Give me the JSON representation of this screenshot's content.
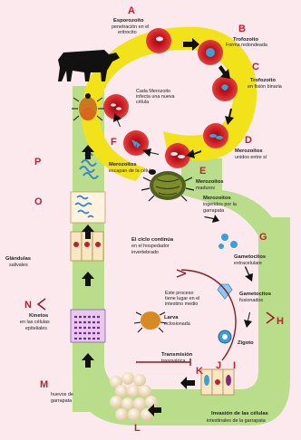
{
  "letters": {
    "A": "A",
    "B": "B",
    "C": "C",
    "D": "D",
    "E": "E",
    "F": "F",
    "G": "G",
    "H": "H",
    "I": "I",
    "J": "J",
    "K": "K",
    "L": "L",
    "M": "M",
    "N": "N",
    "O": "O",
    "P": "P"
  },
  "labels": {
    "esporozoito": "Esporozoito",
    "esporozoito_sub1": "penetración en el",
    "esporozoito_sub2": "eritrocito",
    "trofozoito": "Trofozoito",
    "trofozoito_sub": "Forma redondeada",
    "trofozoito_c1": "Trofozoito",
    "trofozoito_c2": "en fisión binaria",
    "merozoitos_d1": "Merozoitos",
    "merozoitos_d2": "unidos entre sí",
    "merozoitos_e1": "Merozoitos",
    "merozoitos_e2": "maduros",
    "cada_mero1": "Cada Merozoito",
    "cada_mero2": "infecta una nueva",
    "cada_mero3": "célula",
    "merozoitos_f1": "Merozoitos",
    "merozoitos_f2": "escapan de la célula",
    "ingeridos1": "Merozoitos",
    "ingeridos2": "ingeridos por la",
    "ingeridos3": "garrapata",
    "ciclo1": "El ciclo continúa",
    "ciclo2": "en el hospedador",
    "ciclo3": "invertebrado",
    "gametocitos1": "Gametocitos",
    "gametocitos2": "extracelulare",
    "fusion1": "Gametocitos",
    "fusion2": "fusionados",
    "cigoto": "Zigoto",
    "proceso1": "Este proceso",
    "proceso2": "tiene lugar en el",
    "proceso3": "intestino medio",
    "larva1": "Larva",
    "larva2": "eclosionada",
    "transmision1": "Transmisión",
    "transmision2": "trasovárica",
    "invasion1": "Invasión de las células",
    "invasion2": "intestinales de la garrapata",
    "huevos1": "huevos de",
    "huevos2": "garrapata",
    "kinetos1": "Kinetos",
    "kinetos2": "en las células",
    "kinetos3": "epiteliales",
    "glandulas1": "Glándulas",
    "glandulas2": "salivales"
  },
  "colors": {
    "yellow": "#f2e21a",
    "green": "#b9dd8a",
    "red": "#c0202e",
    "rbc": "#d8232a"
  }
}
